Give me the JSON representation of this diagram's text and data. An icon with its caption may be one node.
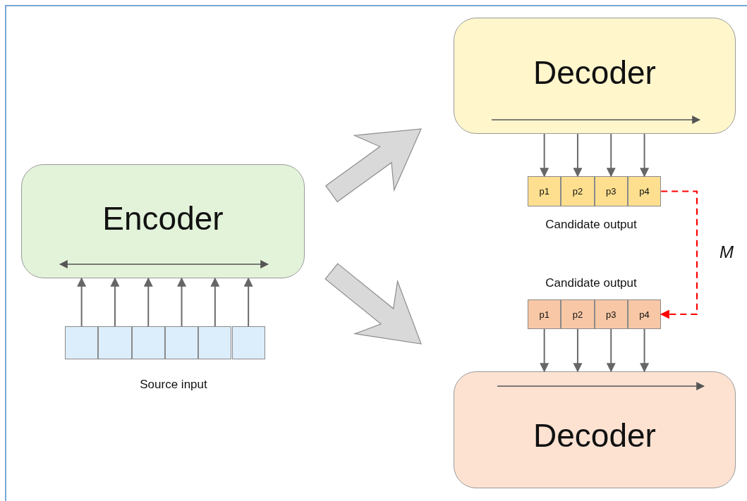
{
  "diagram": {
    "nodes": [
      {
        "text": [
          "Decoder"
        ]
      },
      {
        "text": [
          "p1"
        ]
      },
      {
        "text": [
          "p2"
        ]
      },
      {
        "text": [
          "p3"
        ]
      },
      {
        "text": [
          "p4"
        ]
      },
      {
        "text": [
          "Encoder"
        ]
      },
      {
        "text": [],
        "shape": "box"
      },
      {
        "text": [],
        "shape": "box"
      },
      {
        "text": [],
        "shape": "box"
      },
      {
        "text": [],
        "shape": "box"
      },
      {
        "text": [],
        "shape": "box"
      },
      {
        "text": [],
        "shape": "box"
      },
      {
        "text": [
          "p1"
        ]
      },
      {
        "text": [
          "p2"
        ]
      },
      {
        "text": [
          "p3"
        ]
      },
      {
        "text": [
          "p4"
        ]
      },
      {
        "text": [
          "Decoder"
        ]
      }
    ],
    "edges": [
      {
        "from": 5,
        "to": 0,
        "arrow": "to",
        "style": "thick",
        "color": "#d9d9d9"
      },
      {
        "from": 5,
        "to": 16,
        "arrow": "to",
        "style": "thick",
        "color": "#d9d9d9"
      },
      {
        "from": 0,
        "to": 1,
        "arrow": "to"
      },
      {
        "from": 0,
        "to": 2,
        "arrow": "to"
      },
      {
        "from": 0,
        "to": 3,
        "arrow": "to"
      },
      {
        "from": 0,
        "to": 4,
        "arrow": "to"
      },
      {
        "from": 4,
        "to": 15,
        "arrow": "to",
        "label": "M",
        "style": "dashed",
        "color": "#ff0000"
      },
      {
        "from": 6,
        "to": 5,
        "arrow": "to"
      },
      {
        "from": 7,
        "to": 5,
        "arrow": "to"
      },
      {
        "from": 8,
        "to": 5,
        "arrow": "to"
      },
      {
        "from": 9,
        "to": 5,
        "arrow": "to"
      },
      {
        "from": 10,
        "to": 5,
        "arrow": "to"
      },
      {
        "from": 11,
        "to": 5,
        "arrow": "to"
      },
      {
        "from": 12,
        "to": 16,
        "arrow": "to"
      },
      {
        "from": 13,
        "to": 16,
        "arrow": "to"
      },
      {
        "from": 14,
        "to": 16,
        "arrow": "to"
      },
      {
        "from": 15,
        "to": 16,
        "arrow": "to"
      }
    ],
    "labels": [
      "Candidate output",
      "Candidate output",
      "Source input"
    ]
  }
}
